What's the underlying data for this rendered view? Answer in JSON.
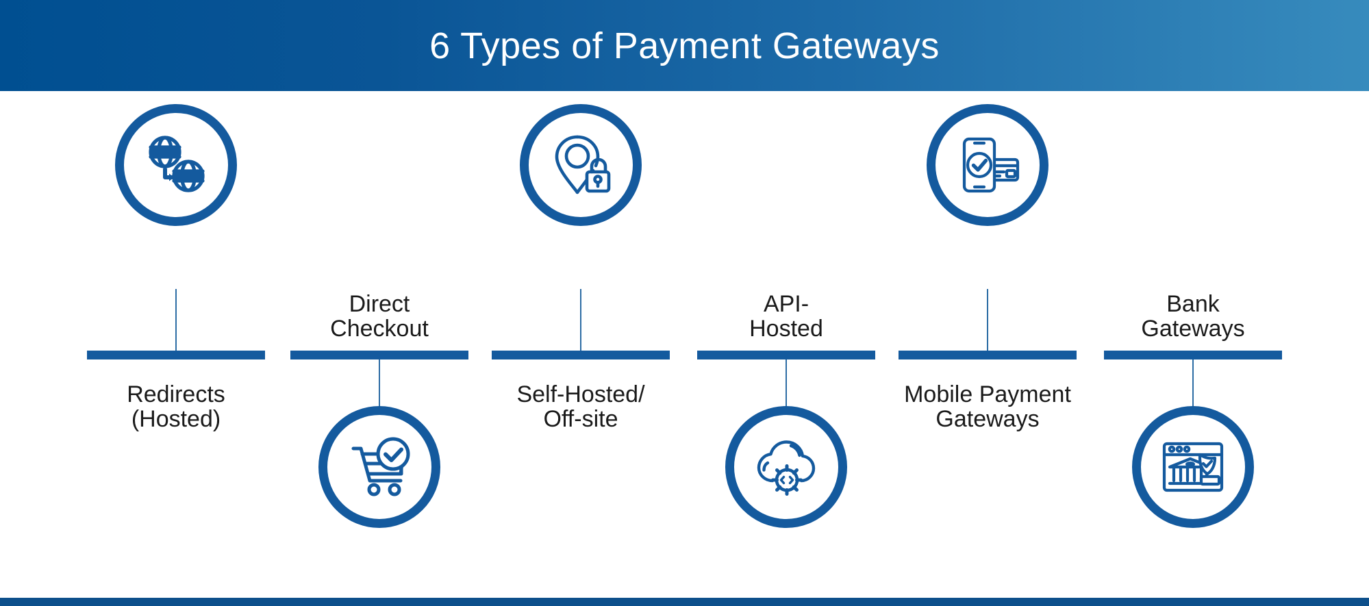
{
  "header": {
    "title": "6 Types of Payment Gateways",
    "gradient_start": "#004f91",
    "gradient_end": "#378bbd"
  },
  "theme": {
    "accent": "#145a9e",
    "connector": "#2c6ca4",
    "text": "#1a1a1a",
    "background": "#ffffff",
    "footer": "#0d4f8b"
  },
  "segments": [
    {
      "index": "1",
      "label": "Redirects\n(Hosted)",
      "label_position": "below",
      "icon": "two-globes-redirect-icon",
      "icon_position": "above"
    },
    {
      "index": "2",
      "label": "Direct\nCheckout",
      "label_position": "above",
      "icon": "shopping-cart-check-icon",
      "icon_position": "below"
    },
    {
      "index": "3",
      "label": "Self-Hosted/\nOff-site",
      "label_position": "below",
      "icon": "map-pin-lock-icon",
      "icon_position": "above"
    },
    {
      "index": "4",
      "label": "API-\nHosted",
      "label_position": "above",
      "icon": "cloud-gear-code-icon",
      "icon_position": "below"
    },
    {
      "index": "5",
      "label": "Mobile Payment\nGateways",
      "label_position": "below",
      "icon": "phone-card-check-icon",
      "icon_position": "above"
    },
    {
      "index": "6",
      "label": "Bank\nGateways",
      "label_position": "above",
      "icon": "bank-browser-shield-icon",
      "icon_position": "below"
    }
  ]
}
